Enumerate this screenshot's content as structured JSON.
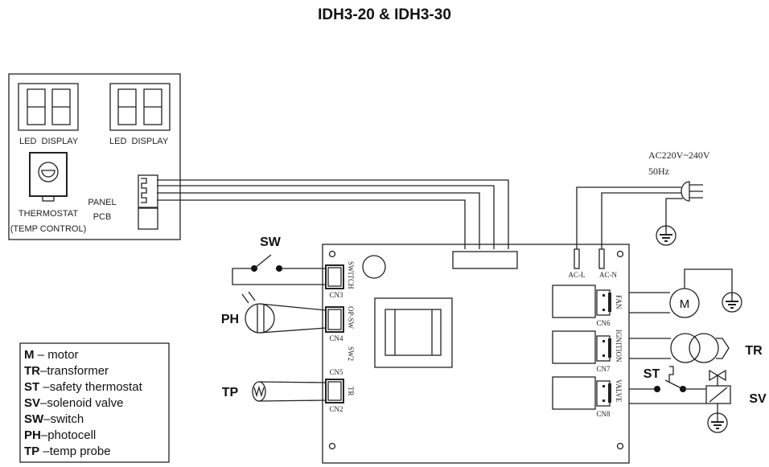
{
  "title": "IDH3-20 & IDH3-30",
  "panel": {
    "led_display_1": "LED  DISPLAY",
    "led_display_2": "LED  DISPLAY",
    "thermostat_line1": "THERMOSTAT",
    "thermostat_line2": "(TEMP CONTROL)",
    "panel_line1": "PANEL",
    "panel_line2": "PCB"
  },
  "power": {
    "voltage": "AC220V~240V",
    "frequency": "50Hz",
    "ac_l": "AC-L",
    "ac_n": "AC-N"
  },
  "main_board": {
    "switch": "SWITCH",
    "cn3": "CN3",
    "op_sw": "OP-SW",
    "cn4": "CN4",
    "sw2": "SW2",
    "cn5": "CN5",
    "tr": "TR",
    "cn2": "CN2",
    "fan": "FAN",
    "cn6": "CN6",
    "ignition": "IGNITION",
    "cn7": "CN7",
    "valve": "VALVE",
    "cn8": "CN8"
  },
  "components": {
    "sw": "SW",
    "ph": "PH",
    "tp": "TP",
    "motor": "M",
    "tr": "TR",
    "st": "ST",
    "sv": "SV"
  },
  "legend": [
    {
      "code": "M",
      "sep": " – ",
      "desc": "motor"
    },
    {
      "code": "TR",
      "sep": "–",
      "desc": "transformer"
    },
    {
      "code": "ST",
      "sep": " –",
      "desc": "safety thermostat"
    },
    {
      "code": "SV",
      "sep": "–",
      "desc": "solenoid valve"
    },
    {
      "code": "SW",
      "sep": "–",
      "desc": "switch"
    },
    {
      "code": "PH",
      "sep": "–",
      "desc": "photocell"
    },
    {
      "code": "TP",
      "sep": " –",
      "desc": "temp probe"
    }
  ]
}
